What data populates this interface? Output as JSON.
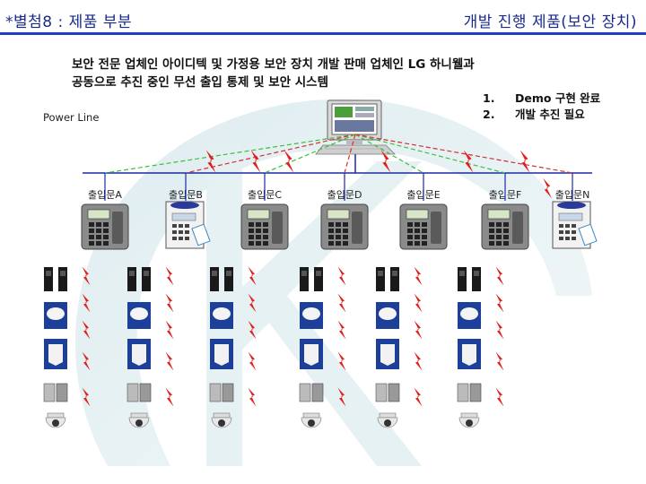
{
  "header": {
    "left_title": "*별첨8 : 제품 부분",
    "right_title": "개발 진행 제품(보안 장치)"
  },
  "description": {
    "line1": "보안 전문 업체인 아이디텍 및 가정용 보안 장치 개발 판매 업체인 LG 하니웰과",
    "line2": "공동으로 추진 중인 무선 출입 통제 및 보안 시스템"
  },
  "status": {
    "items": [
      {
        "num": "1.",
        "text": "Demo 구현 완료"
      },
      {
        "num": "2.",
        "text": "개발 추진 필요"
      }
    ]
  },
  "power_line_label": "Power Line",
  "gates": [
    {
      "label": "출입문A",
      "device": "keypad"
    },
    {
      "label": "출입문B",
      "device": "card"
    },
    {
      "label": "출입문C",
      "device": "keypad"
    },
    {
      "label": "출입문D",
      "device": "keypad"
    },
    {
      "label": "출입문E",
      "device": "keypad"
    },
    {
      "label": "출입문F",
      "device": "keypad"
    },
    {
      "label": "출입문N",
      "device": "card"
    }
  ],
  "sensor_columns": 6,
  "colors": {
    "title": "#1a2a8c",
    "header_rule": "#1e3fbf",
    "power_line": "#1a2aa8",
    "bolt": "#e0201e",
    "link_green": "#3cbf3c",
    "link_red": "#d43030"
  }
}
